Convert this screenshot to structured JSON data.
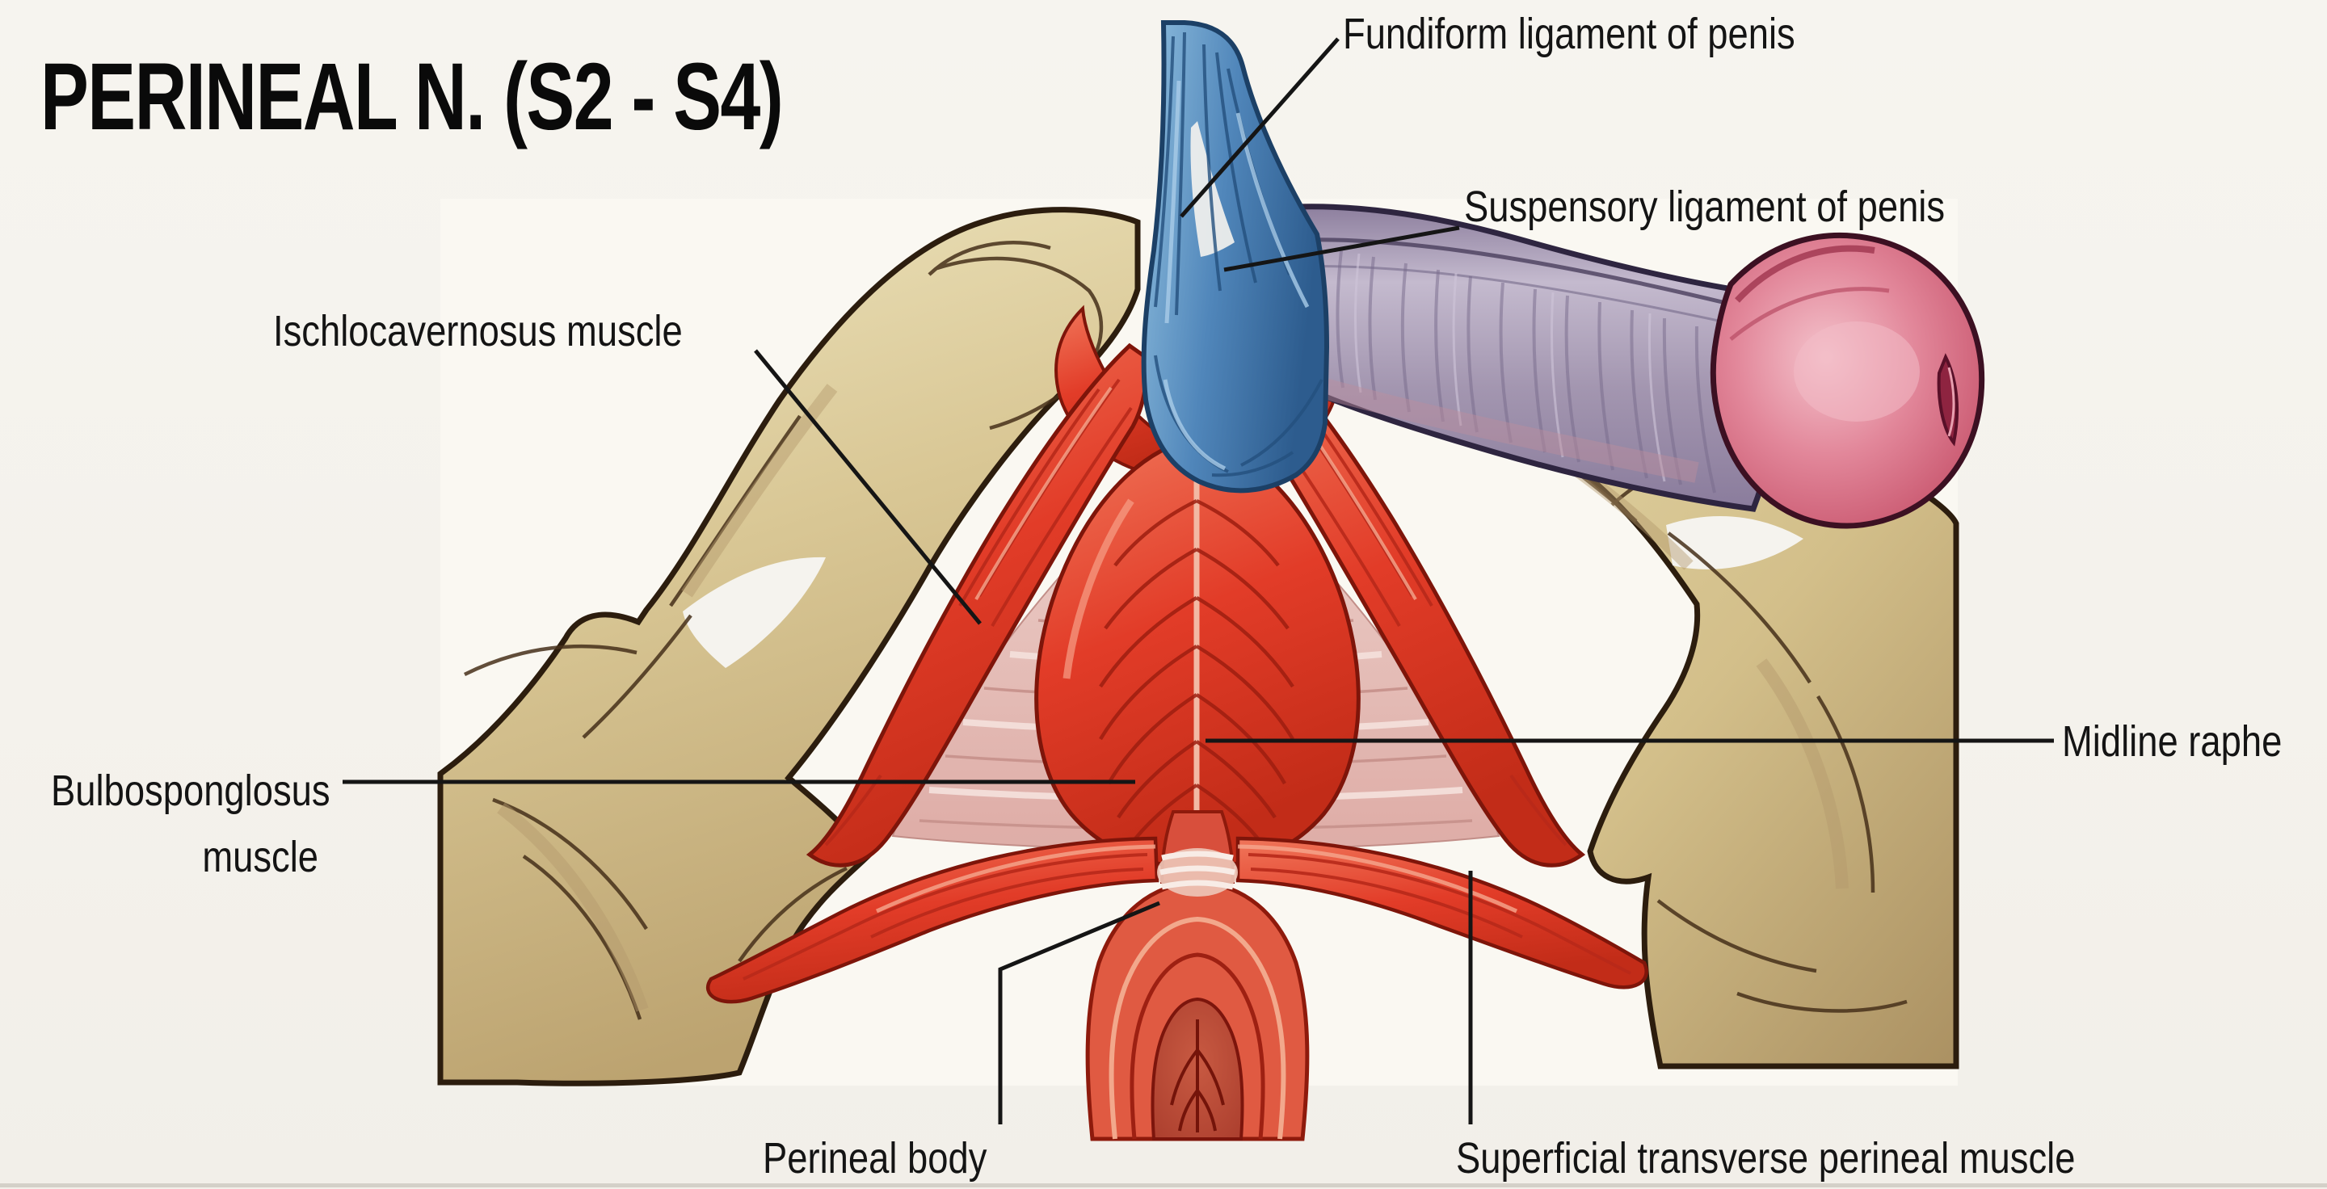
{
  "title": "PERINEAL N. (S2 - S4)",
  "labels": {
    "fundiform_ligament": "Fundiform ligament of penis",
    "suspensory_ligament": "Suspensory ligament of penis",
    "ischiocavernosus_muscle": "Ischlocavernosus muscle",
    "bulbospongiosus_muscle_line1": "Bulbosponglosus",
    "bulbospongiosus_muscle_line2": "muscle",
    "midline_raphe": "Midline raphe",
    "perineal_body": "Perineal body",
    "superficial_transverse_perineal_muscle": "Superficial transverse perineal muscle"
  },
  "colors": {
    "background": "#f5f3ee",
    "bone_tan": "#d8c795",
    "muscle_red": "#e0402e",
    "membrane_pink": "#e6c0ba",
    "ligament_blue": "#4c82b6",
    "penis_shaft_gray": "#a89ab4",
    "glans_pink": "#d4607a",
    "anus_red": "#b64434",
    "label_text": "#141414"
  }
}
